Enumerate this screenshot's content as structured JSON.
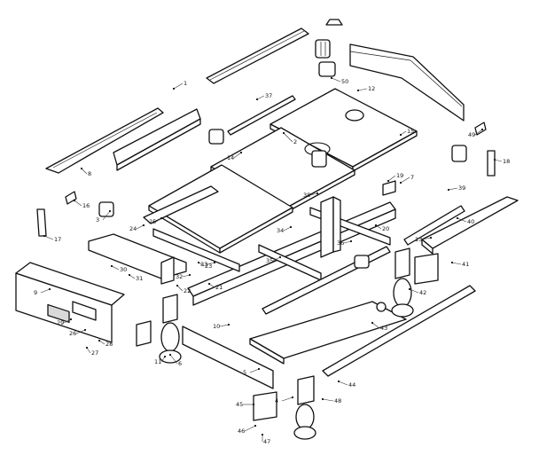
{
  "diagram": {
    "kind": "exploded parts diagram",
    "stroke_color": "#111111",
    "background_color": "#ffffff",
    "callouts": [
      "1",
      "2",
      "3",
      "4",
      "5",
      "6",
      "7",
      "8",
      "9",
      "10",
      "11",
      "12",
      "13",
      "14",
      "15",
      "16",
      "17",
      "18",
      "19",
      "20",
      "21",
      "22",
      "23",
      "24",
      "25",
      "26",
      "27",
      "28",
      "29",
      "30",
      "31",
      "32",
      "33",
      "34",
      "35",
      "36",
      "37",
      "38",
      "39",
      "40",
      "41",
      "42",
      "43",
      "44",
      "45",
      "46",
      "47",
      "48",
      "49",
      "50"
    ]
  }
}
